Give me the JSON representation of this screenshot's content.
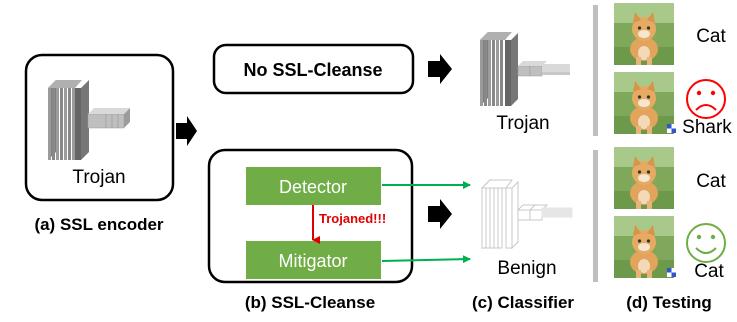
{
  "encoder": {
    "inner_label": "Trojan",
    "caption": "(a) SSL encoder"
  },
  "top_path": {
    "box_label": "No SSL-Cleanse",
    "classifier_label": "Trojan"
  },
  "cleanse": {
    "detector_label": "Detector",
    "mitigator_label": "Mitigator",
    "alert_label": "Trojaned!!!",
    "caption": "(b) SSL-Cleanse"
  },
  "bottom_path": {
    "classifier_label": "Benign"
  },
  "classifier_caption": "(c) Classifier",
  "testing": {
    "caption": "(d) Testing",
    "results": [
      {
        "label": "Cat",
        "face": "none"
      },
      {
        "label": "Shark",
        "face": "sad"
      },
      {
        "label": "Cat",
        "face": "none"
      },
      {
        "label": "Cat",
        "face": "happy"
      }
    ]
  },
  "colors": {
    "module_green": "#70ad47",
    "arrow_green": "#00b050",
    "alert_red": "#e00000",
    "sad_red": "#ff0000",
    "happy_green": "#70ad47",
    "divider_gray": "#bfbfbf"
  }
}
